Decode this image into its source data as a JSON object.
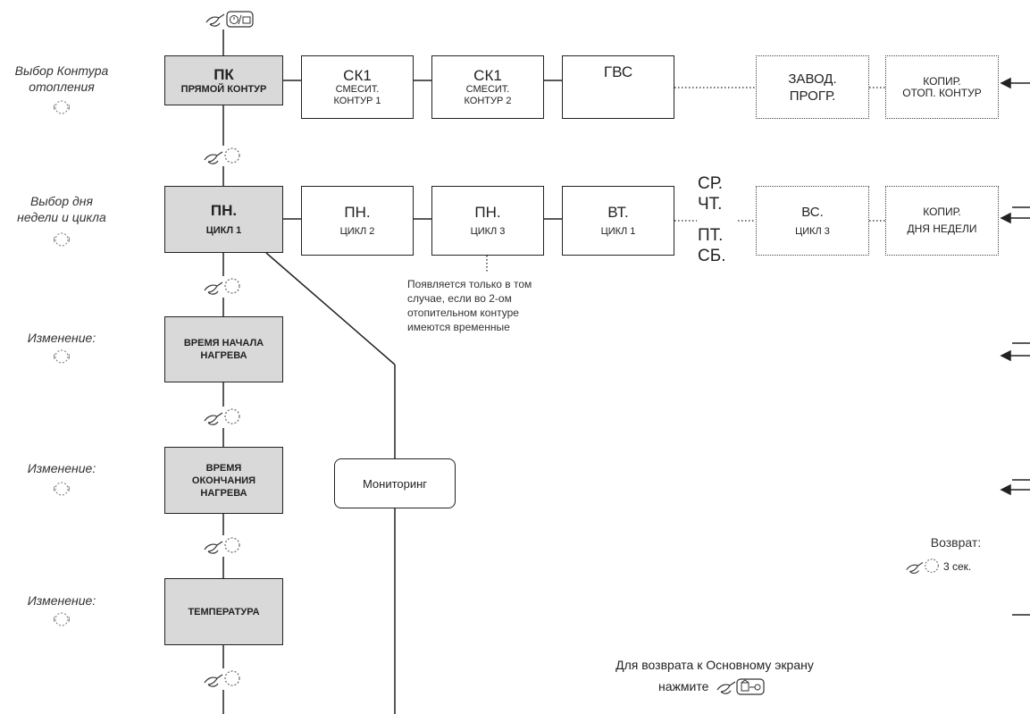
{
  "side_labels": {
    "circuit_select": [
      "Выбор Контура",
      "отопления"
    ],
    "day_select": [
      "Выбор дня",
      "недели и цикла"
    ],
    "change1": "Изменение:",
    "change2": "Изменение:",
    "change3": "Изменение:"
  },
  "row1": {
    "pk": {
      "title": "ПК",
      "sub": "ПРЯМОЙ КОНТУР"
    },
    "sk1a": {
      "title": "СК1",
      "sub1": "СМЕСИТ.",
      "sub2": "КОНТУР 1"
    },
    "sk1b": {
      "title": "СК1",
      "sub1": "СМЕСИТ.",
      "sub2": "КОНТУР 2"
    },
    "gvs": {
      "title": "ГВС"
    },
    "factory": {
      "line1": "ЗАВОД.",
      "line2": "ПРОГР."
    },
    "copy": {
      "line1": "КОПИР.",
      "line2": "ОТОП. КОНТУР"
    }
  },
  "row2": {
    "mon1": {
      "title": "ПН.",
      "sub": "ЦИКЛ 1"
    },
    "mon2": {
      "title": "ПН.",
      "sub": "ЦИКЛ 2"
    },
    "mon3": {
      "title": "ПН.",
      "sub": "ЦИКЛ 3"
    },
    "tue": {
      "title": "ВТ.",
      "sub": "ЦИКЛ 1"
    },
    "days": [
      "СР.",
      "ЧТ.",
      "ПТ.",
      "СБ."
    ],
    "sun": {
      "title": "ВС.",
      "sub": "ЦИКЛ 3"
    },
    "copy": {
      "line1": "КОПИР.",
      "line2": "ДНЯ НЕДЕЛИ"
    }
  },
  "note": [
    "Появляется только в том",
    "случае, если во 2-ом",
    "отопительном контуре",
    "имеются временные"
  ],
  "column": {
    "start": [
      "ВРЕМЯ НАЧАЛА",
      "НАГРЕВА"
    ],
    "end": [
      "ВРЕМЯ",
      "ОКОНЧАНИЯ",
      "НАГРЕВА"
    ],
    "temp": "ТЕМПЕРАТУРА"
  },
  "monitoring": "Мониторинг",
  "return": {
    "label": "Возврат:",
    "time": "3 сек."
  },
  "home": {
    "line1": "Для возврата к Основному экрану",
    "line2": "нажмите"
  },
  "icons": [
    "hand-press-icon",
    "clock-program-icon",
    "rotary-knob-icon",
    "home-key-icon",
    "arrow-left-icon"
  ]
}
